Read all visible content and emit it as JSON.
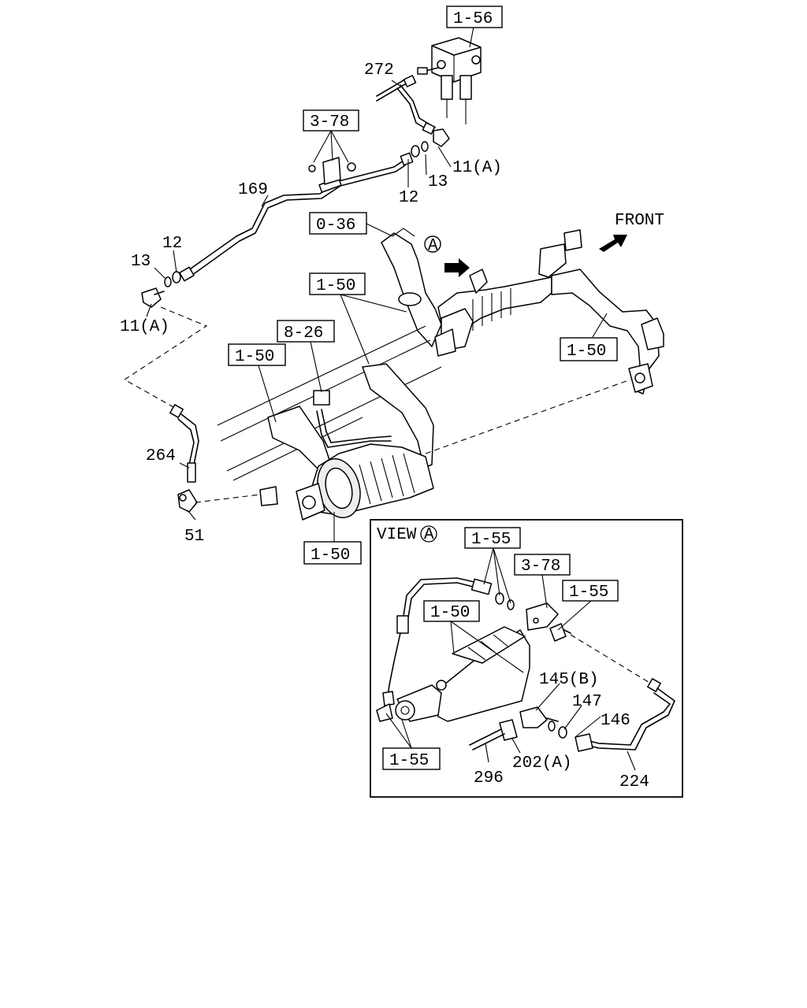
{
  "header": {
    "front_label": "FRONT"
  },
  "callouts": {
    "c1_56": "1-56",
    "c272": "272",
    "c3_78_top": "3-78",
    "c11a_top": "11(A)",
    "c13_top": "13",
    "c12_top": "12",
    "c169": "169",
    "c0_36": "0-36",
    "c12_left": "12",
    "c13_left": "13",
    "c11a_left": "11(A)",
    "c1_50_a": "1-50",
    "c8_26": "8-26",
    "c1_50_b": "1-50",
    "c1_50_right": "1-50",
    "c264": "264",
    "c51": "51",
    "c1_50_bottom": "1-50",
    "view_marker": "A"
  },
  "inset": {
    "title": "VIEW",
    "marker": "A",
    "c1_55_a": "1-55",
    "c3_78": "3-78",
    "c1_55_b": "1-55",
    "c1_50": "1-50",
    "c145b": "145(B)",
    "c147": "147",
    "c146": "146",
    "c202a": "202(A)",
    "c296": "296",
    "c224": "224",
    "c1_55_c": "1-55"
  },
  "colors": {
    "line": "#000000",
    "background": "#ffffff",
    "part_shade": "#eeeeee"
  }
}
